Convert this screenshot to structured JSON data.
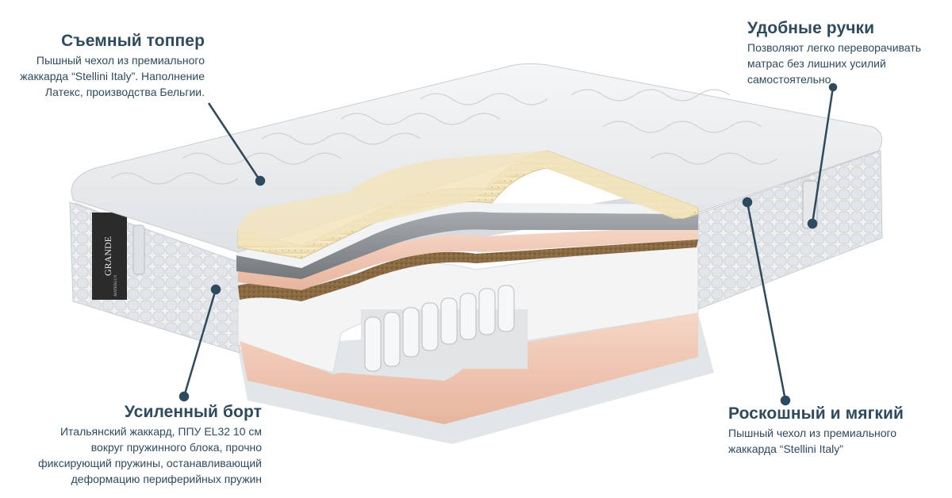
{
  "brand": {
    "logo_text": "GRANDE",
    "logo_sub": "MATERLUX"
  },
  "callouts": {
    "topper": {
      "title": "Съемный топпер",
      "text": "Пышный чехол из премиального\nжаккарда “Stellini Italy”. Наполнение\nЛатекс, производства Бельгии."
    },
    "handles": {
      "title": "Удобные ручки",
      "text": "Позволяют легко переворачивать\nматрас без лишних усилий\nсамостоятельно"
    },
    "border": {
      "title": "Усиленный борт",
      "text": "Итальянский жаккард, ППУ EL32 10 см\nвокруг пружинного блока, прочно\nфиксирующий пружины, останавливающий\nдеформацию периферийных пружин"
    },
    "luxury": {
      "title": "Роскошный и мягкий",
      "text": "Пышный чехол из премиального\nжаккарда “Stellini Italy”"
    }
  },
  "colors": {
    "text": "#2e4a5f",
    "leader_line": "#2e4a5f",
    "quilt": "#eceef0",
    "latex": "#f1e3bd",
    "grey_foam": "#8d9094",
    "pink_foam": "#efc7b4",
    "coconut": "#8a6a43",
    "white_foam": "#f4f4f4",
    "logo_panel": "#2b2b2b"
  }
}
